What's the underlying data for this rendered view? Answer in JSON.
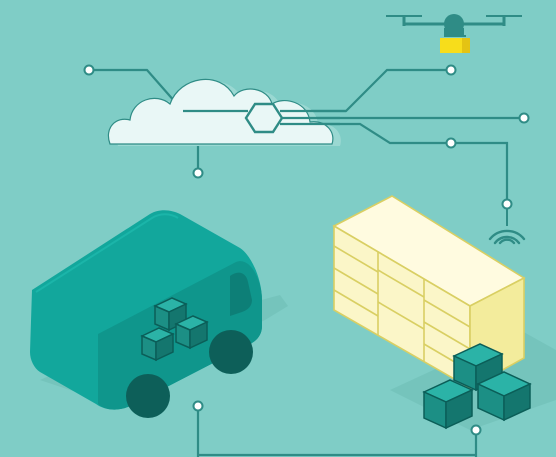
{
  "scene": {
    "elements": [
      "drone",
      "cloud-hub",
      "delivery-van",
      "smart-locker",
      "wifi-signal",
      "parcel-stack"
    ],
    "colors": {
      "background": "#7fcdc6",
      "line": "#2f8c86",
      "cloud": "#e9f7f6",
      "cloud_shadow": "#9ad8d2",
      "van": "#12a79c",
      "van_dark": "#0d7f77",
      "wheel": "#0d5f59",
      "box": "#1c8f85",
      "locker": "#fbf6c8",
      "locker_side": "#f3ec9c",
      "locker_stroke": "#d9cf63",
      "drone_package": "#f7dd1b",
      "node_fill": "#ffffff"
    },
    "icons": [
      "drone-icon",
      "cloud-icon",
      "hexagon-hub-icon",
      "van-icon",
      "box-icon",
      "locker-icon",
      "wifi-icon"
    ]
  }
}
